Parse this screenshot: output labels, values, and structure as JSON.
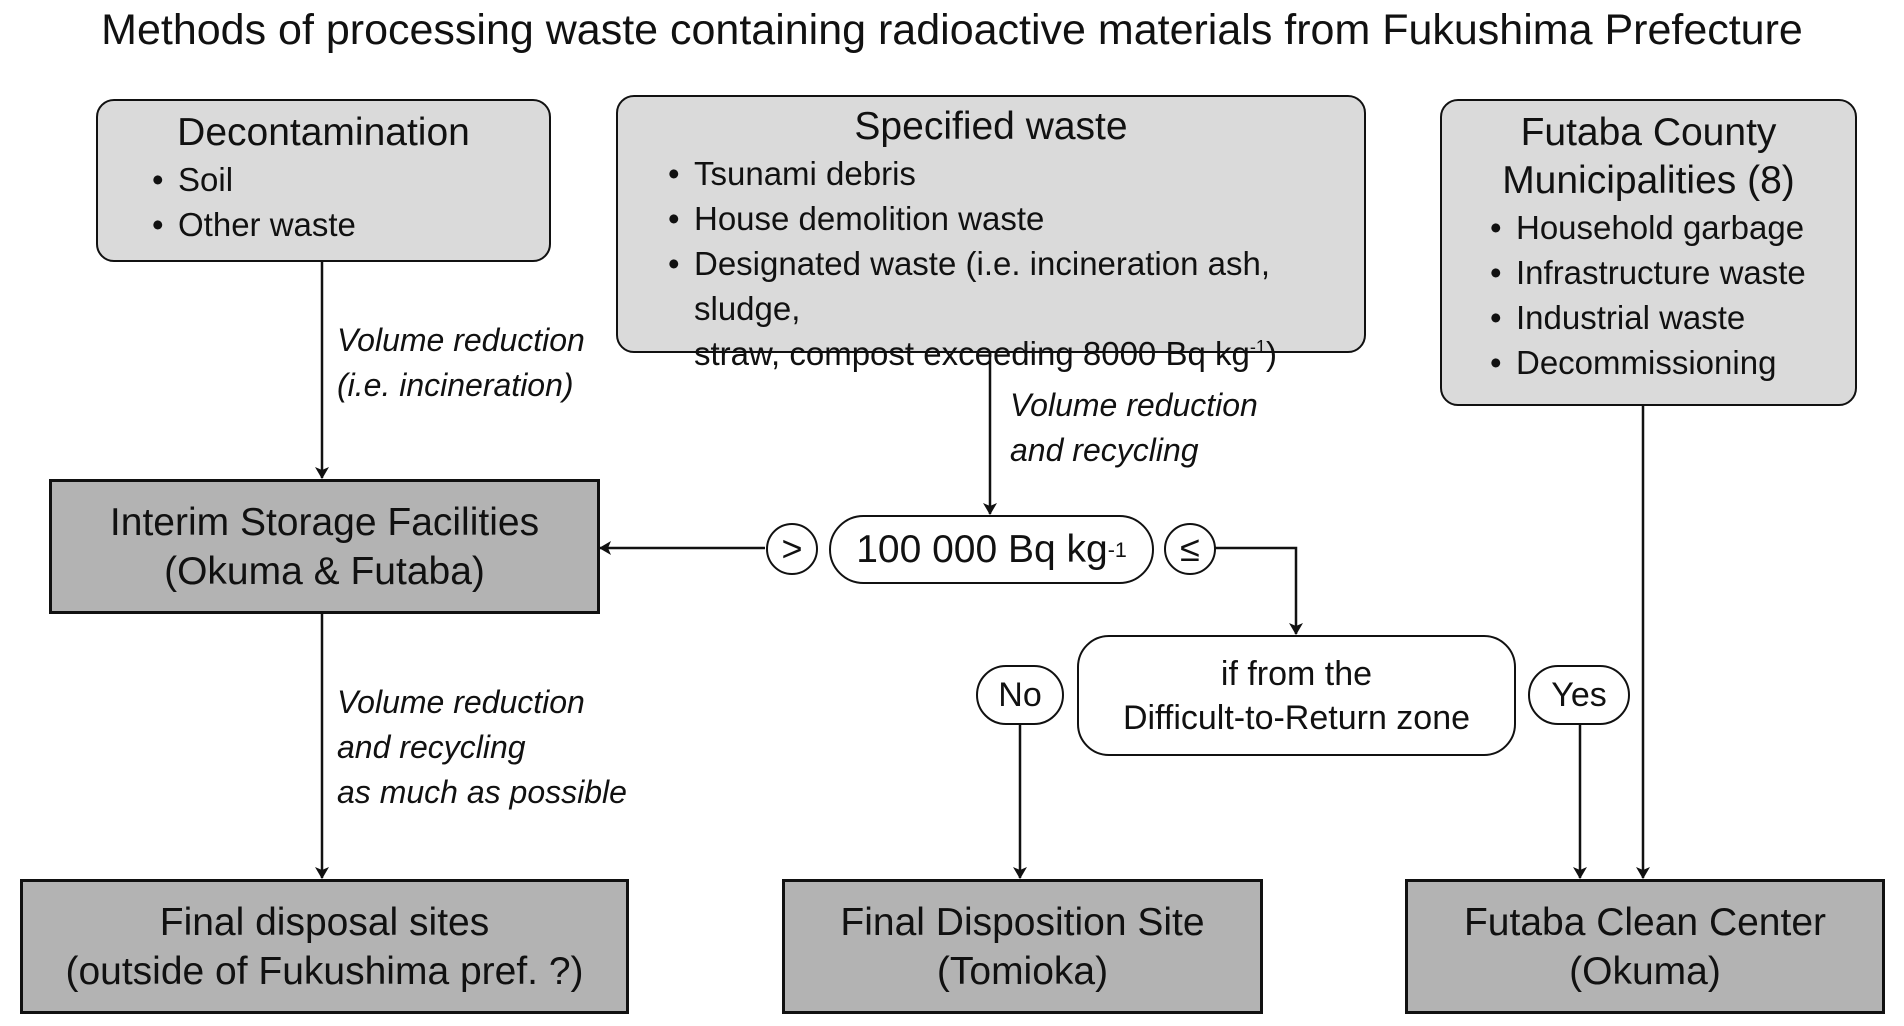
{
  "title": "Methods of processing waste containing radioactive materials from Fukushima Prefecture",
  "sources": {
    "decontamination": {
      "heading": "Decontamination",
      "items": [
        "Soil",
        "Other waste"
      ]
    },
    "specified_waste": {
      "heading": "Specified waste",
      "items": [
        "Tsunami debris",
        "House demolition waste",
        "Designated waste (i.e. incineration ash, sludge,"
      ],
      "item_continuation": "straw, compost exceeding 8000 Bq kg",
      "item_continuation_sup": "-1",
      "item_continuation_end": ")"
    },
    "futaba_county": {
      "heading_line1": "Futaba County",
      "heading_line2": "Municipalities (8)",
      "items": [
        "Household garbage",
        "Infrastructure waste",
        "Industrial waste",
        "Decommissioning"
      ]
    }
  },
  "edge_labels": {
    "decon_to_interim": [
      "Volume reduction",
      "(i.e. incineration)"
    ],
    "specified_to_threshold": [
      "Volume reduction",
      "and recycling"
    ],
    "interim_to_final": [
      "Volume reduction",
      "and recycling",
      "as much as possible"
    ]
  },
  "threshold": {
    "value": "100 000 Bq kg",
    "unit_sup": "-1",
    "greater_symbol": ">",
    "less_equal_symbol": "≤"
  },
  "condition": {
    "line1": "if from the",
    "line2": "Difficult-to-Return zone",
    "no_label": "No",
    "yes_label": "Yes"
  },
  "facilities": {
    "interim": {
      "line1": "Interim Storage Facilities",
      "line2": "(Okuma & Futaba)"
    },
    "final_disposal": {
      "line1": "Final disposal sites",
      "line2": "(outside of Fukushima pref. ?)"
    },
    "final_disposition": {
      "line1": "Final Disposition Site",
      "line2": "(Tomioka)"
    },
    "clean_center": {
      "line1": "Futaba Clean Center",
      "line2": "(Okuma)"
    }
  },
  "colors": {
    "source_box_fill": "#dadada",
    "facility_box_fill": "#b3b3b3",
    "stroke": "#111111"
  }
}
